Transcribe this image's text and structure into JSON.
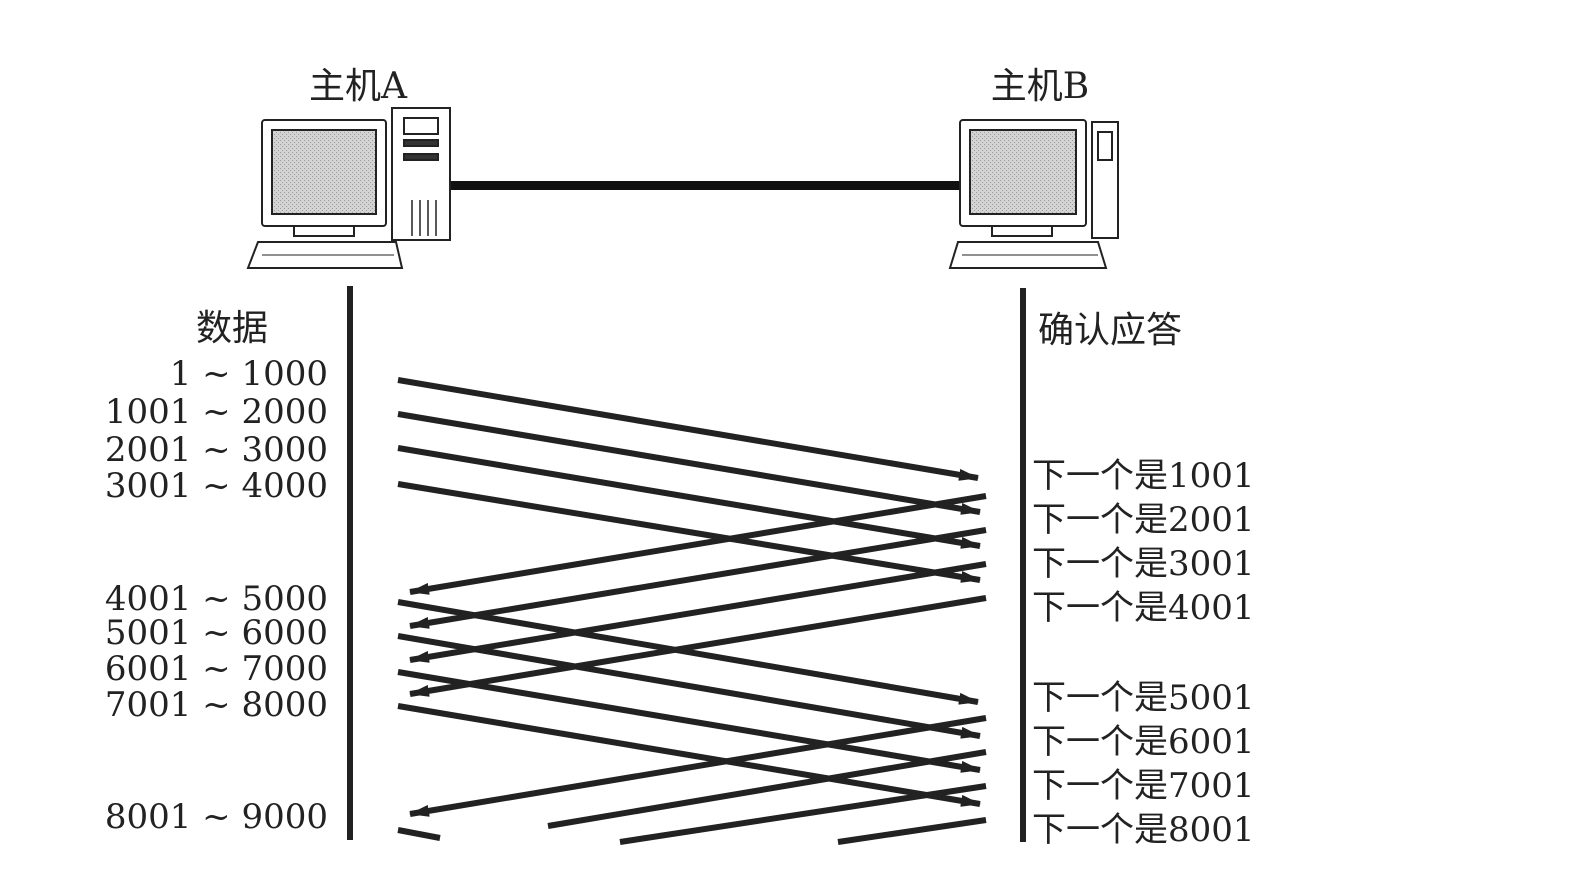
{
  "host_a": {
    "label": "主机A"
  },
  "host_b": {
    "label": "主机B"
  },
  "left_header": "数据",
  "right_header": "确认应答",
  "segments": [
    "1 ~ 1000",
    "1001 ~ 2000",
    "2001 ~ 3000",
    "3001 ~ 4000",
    "4001 ~ 5000",
    "5001 ~ 6000",
    "6001 ~ 7000",
    "7001 ~ 8000",
    "8001 ~ 9000"
  ],
  "acks": [
    "下一个是1001",
    "下一个是2001",
    "下一个是3001",
    "下一个是4001",
    "下一个是5001",
    "下一个是6001",
    "下一个是7001",
    "下一个是8001"
  ]
}
